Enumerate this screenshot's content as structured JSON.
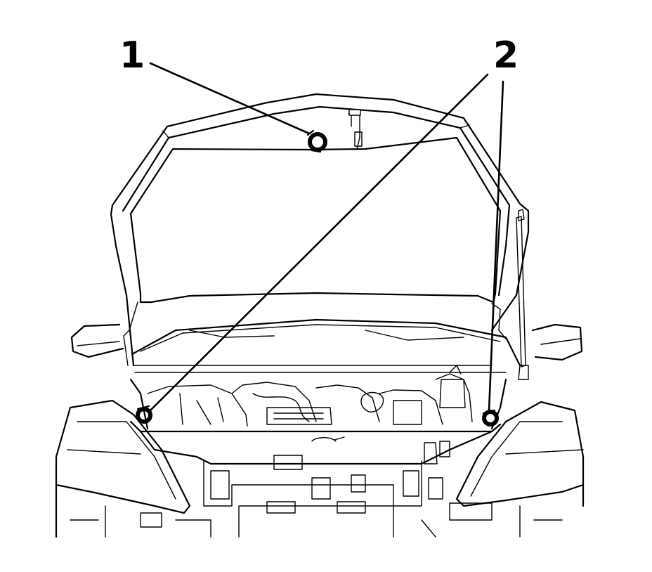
{
  "callouts": [
    {
      "label": "1",
      "target": "hood-latch-striker"
    },
    {
      "label": "2",
      "target": "hood-bump-stops"
    }
  ],
  "colors": {
    "line": "#000000",
    "background": "#ffffff"
  }
}
